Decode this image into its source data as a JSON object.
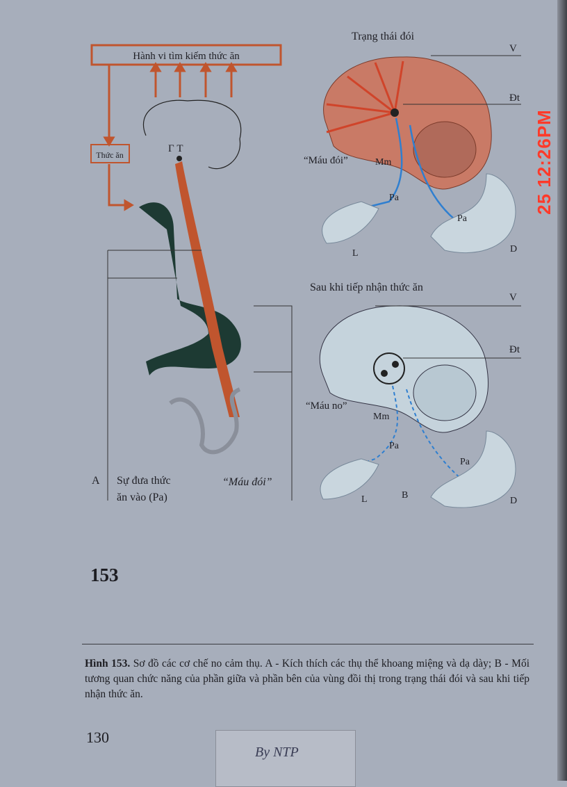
{
  "figure": {
    "panel_a": {
      "box_label": "Hành vi tìm kiếm thức ăn",
      "food_label": "Thức ăn",
      "gt_label": "Γ T",
      "letter": "A",
      "intake_label_1": "Sự đưa thức",
      "intake_label_2": "ăn vào (Pa)",
      "blood_label": "“Máu đói”"
    },
    "panel_hungry": {
      "title": "Trạng thái đói",
      "v": "V",
      "dt": "Đt",
      "blood": "“Máu đói”",
      "mm": "Mm",
      "pa1": "Pa",
      "pa2": "Pa",
      "l": "L",
      "d": "D"
    },
    "panel_fed": {
      "title": "Sau khi tiếp nhận thức ăn",
      "v": "V",
      "dt": "Đt",
      "blood": "“Máu no”",
      "mm": "Mm",
      "pa1": "Pa",
      "pa2": "Pa",
      "l": "L",
      "b": "B",
      "d": "D"
    },
    "number": "153"
  },
  "caption": {
    "label": "Hình 153.",
    "text": " Sơ đồ các cơ chế no cảm thụ. A - Kích thích các thụ thể khoang miệng và dạ dày; B - Mối tương quan chức năng của phần giữa và phần bên của vùng đồi thị trong trạng thái đói và sau khi tiếp nhận thức ăn."
  },
  "page_number": "130",
  "stamp": "By NTP",
  "timestamp": "25 12:26PM",
  "colors": {
    "orange": "#c0552e",
    "brain_hungry": "#c97a66",
    "blue": "#2f7fd0",
    "dark": "#1d3a33"
  }
}
